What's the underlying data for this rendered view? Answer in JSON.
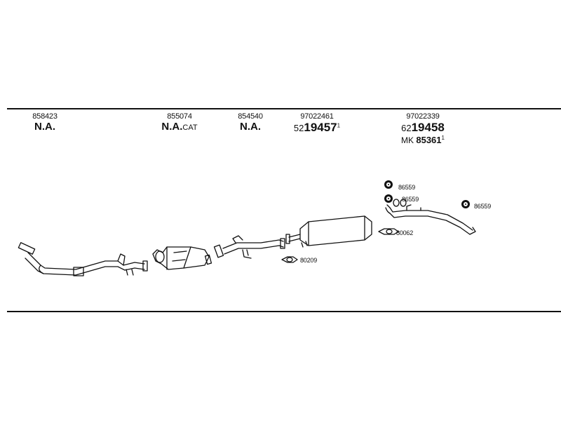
{
  "columns": [
    {
      "part_number": "858423",
      "label": "N.A.",
      "suffix": ""
    },
    {
      "part_number": "855074",
      "label": "N.A.",
      "suffix": "CAT"
    },
    {
      "part_number": "854540",
      "label": "N.A.",
      "suffix": ""
    },
    {
      "part_number": "97022461",
      "ref_lead": "52",
      "ref_bold": "19457",
      "ref_sup": "1"
    },
    {
      "part_number": "97022339",
      "ref_lead": "62",
      "ref_bold": "19458",
      "mk_prefix": "MK",
      "mk_number": "85361",
      "mk_sup": "1"
    }
  ],
  "fittings": {
    "hanger_top": "86559",
    "hanger_mid": "86559",
    "hanger_right": "86559",
    "gasket_right": "80062",
    "gasket_left": "80209"
  },
  "colors": {
    "line": "#111111",
    "background": "#ffffff"
  }
}
